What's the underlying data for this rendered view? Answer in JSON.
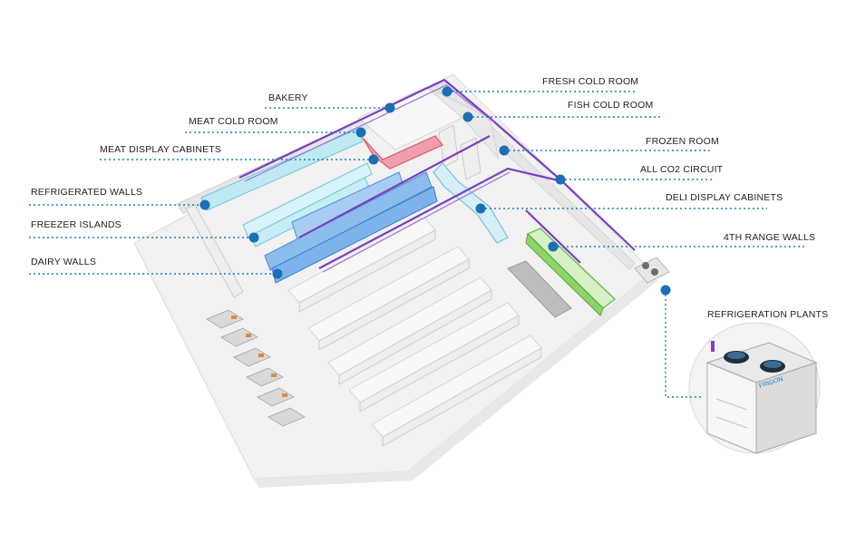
{
  "labels": {
    "fresh_cold_room": "FRESH COLD ROOM",
    "bakery": "BAKERY",
    "fish_cold_room": "FISH COLD ROOM",
    "meat_cold_room": "MEAT COLD ROOM",
    "meat_display_cabinets": "MEAT DISPLAY CABINETS",
    "frozen_room": "FROZEN ROOM",
    "all_co2_circuit": "ALL CO2 CIRCUIT",
    "refrigerated_walls": "REFRIGERATED WALLS",
    "deli_display_cabinets": "DELI DISPLAY CABINETS",
    "freezer_islands": "FREEZER ISLANDS",
    "fourth_range_walls": "4TH RANGE WALLS",
    "dairy_walls": "DAIRY WALLS",
    "refrigeration_plants": "REFRIGERATION PLANTS"
  },
  "unit_brand": "FRIGON",
  "colors": {
    "leader_line": "#1f7fc4",
    "marker": "#1a6fb5",
    "co2_pipe": "#7a3fc0",
    "refrigerated_cyan": "#7fd6e8",
    "freezer_blue": "#4a90d9",
    "fourth_range_green": "#6cc04a",
    "duct_red": "#e2556b"
  }
}
